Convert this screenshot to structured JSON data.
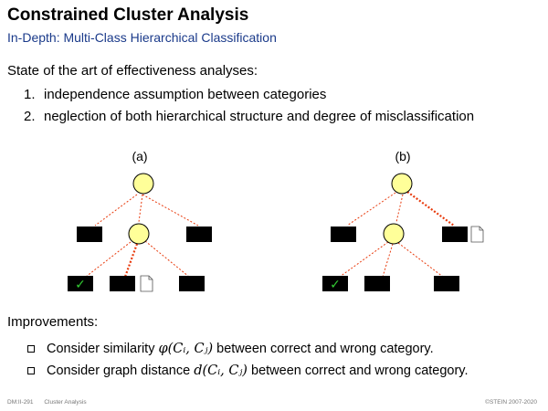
{
  "header": {
    "title": "Constrained Cluster Analysis",
    "subtitle": "In-Depth: Multi-Class Hierarchical Classification"
  },
  "intro": {
    "lead": "State of the art of effectiveness analyses:",
    "items": [
      {
        "num": "1.",
        "text": "independence assumption between categories"
      },
      {
        "num": "2.",
        "text": "neglection of both hierarchical structure and degree of misclassification"
      }
    ]
  },
  "diagrams": {
    "a_label": "(a)",
    "b_label": "(b)",
    "check_glyph": "✓",
    "colors": {
      "node_fill": "#ffff99",
      "edge": "#e83a0c",
      "leaf": "#000000",
      "check": "#33cc33"
    }
  },
  "improvements": {
    "heading": "Improvements:",
    "items": [
      {
        "pre": "Consider similarity ",
        "math": "φ(Cᵢ, Cⱼ)",
        "post": " between correct and wrong category."
      },
      {
        "pre": "Consider graph distance ",
        "math": "d(Cᵢ, Cⱼ)",
        "post": " between correct and wrong category."
      }
    ]
  },
  "footer": {
    "slide": "DM:II-291",
    "section": "Cluster Analysis",
    "copyright": "©STEIN 2007-2020"
  }
}
